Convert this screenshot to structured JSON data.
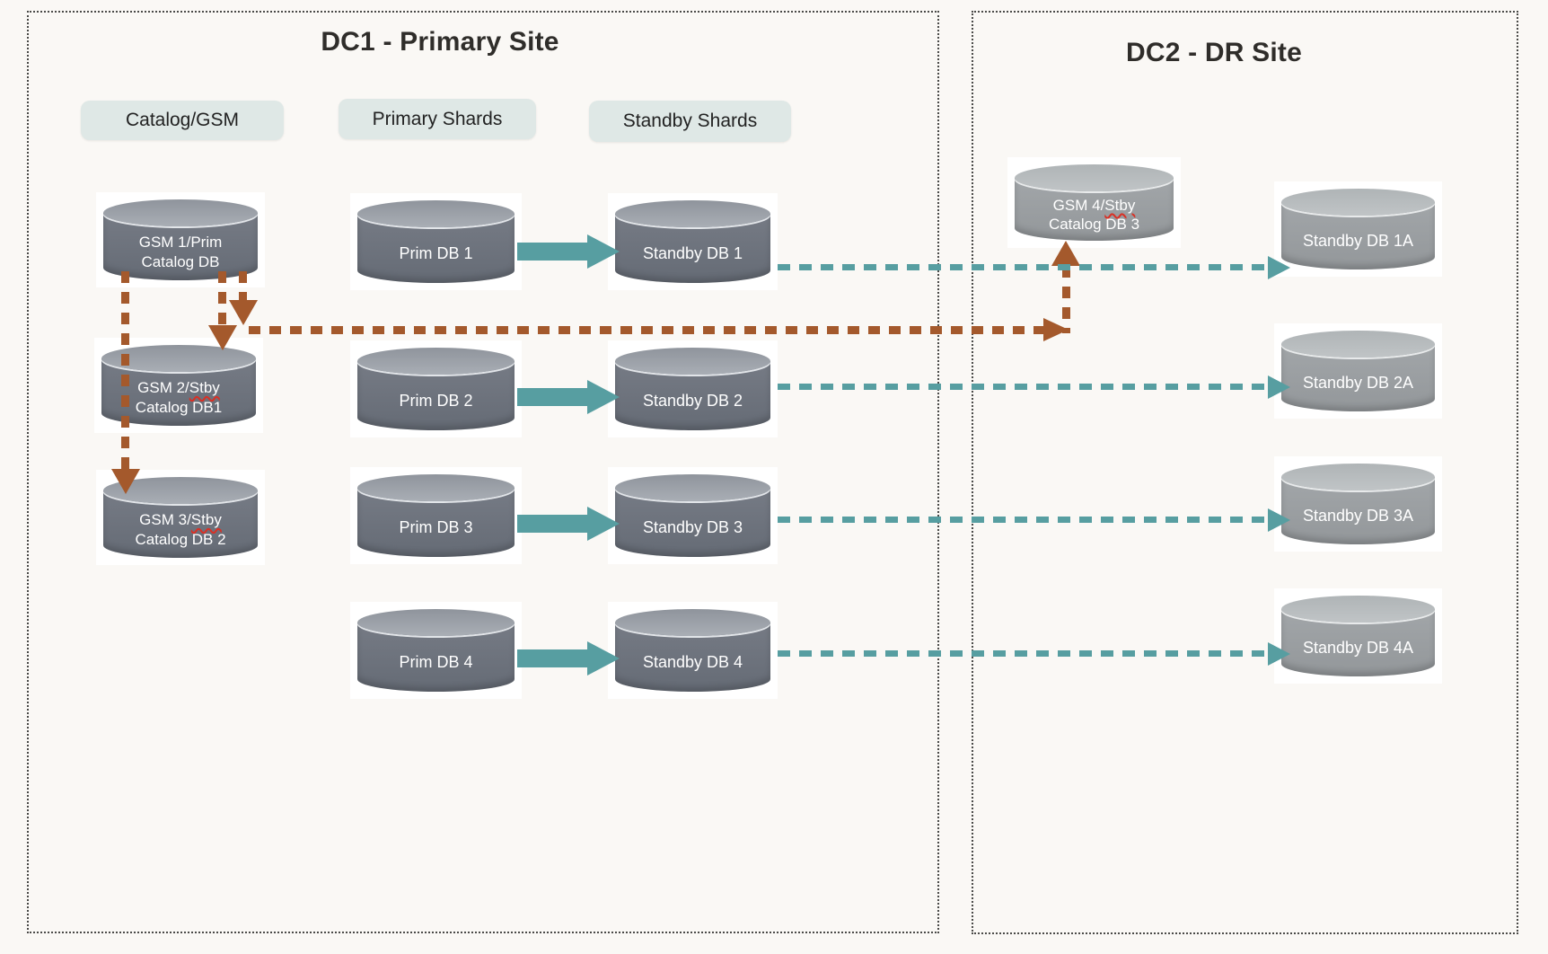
{
  "dc1": {
    "title": "DC1 - Primary Site",
    "columns": {
      "catalog": "Catalog/GSM",
      "primary": "Primary Shards",
      "standby": "Standby Shards"
    },
    "gsm": [
      {
        "l1_pre": "GSM 1/Prim",
        "l1_sq": "",
        "l2": "Catalog DB"
      },
      {
        "l1_pre": "GSM 2/",
        "l1_sq": "Stby",
        "l2": "Catalog DB1"
      },
      {
        "l1_pre": "GSM 3/",
        "l1_sq": "Stby",
        "l2": "Catalog DB 2"
      }
    ],
    "prim_dbs": [
      "Prim DB 1",
      "Prim DB 2",
      "Prim DB 3",
      "Prim DB 4"
    ],
    "standby_dbs": [
      "Standby DB 1",
      "Standby DB 2",
      "Standby DB 3",
      "Standby DB 4"
    ]
  },
  "dc2": {
    "title": "DC2 - DR Site",
    "gsm": {
      "l1_pre": "GSM 4/",
      "l1_sq": "Stby",
      "l2": "Catalog DB 3"
    },
    "standby_dbs": [
      "Standby DB 1A",
      "Standby DB 2A",
      "Standby DB 3A",
      "Standby DB 4A"
    ]
  },
  "connections": [
    {
      "from": "GSM 1/Prim Catalog DB",
      "to": "GSM 2/Stby Catalog DB1",
      "style": "dashed",
      "color": "brown"
    },
    {
      "from": "GSM 1/Prim Catalog DB",
      "to": "GSM 3/Stby Catalog DB 2",
      "style": "dashed",
      "color": "brown"
    },
    {
      "from": "GSM 1/Prim Catalog DB",
      "to": "GSM 4/Stby Catalog DB 3",
      "style": "dashed",
      "color": "brown"
    },
    {
      "from": "Prim DB 1",
      "to": "Standby DB 1",
      "style": "solid",
      "color": "teal"
    },
    {
      "from": "Prim DB 2",
      "to": "Standby DB 2",
      "style": "solid",
      "color": "teal"
    },
    {
      "from": "Prim DB 3",
      "to": "Standby DB 3",
      "style": "solid",
      "color": "teal"
    },
    {
      "from": "Prim DB 4",
      "to": "Standby DB 4",
      "style": "solid",
      "color": "teal"
    },
    {
      "from": "Standby DB 1",
      "to": "Standby DB 1A",
      "style": "dashed",
      "color": "teal"
    },
    {
      "from": "Standby DB 2",
      "to": "Standby DB 2A",
      "style": "dashed",
      "color": "teal"
    },
    {
      "from": "Standby DB 3",
      "to": "Standby DB 3A",
      "style": "dashed",
      "color": "teal"
    },
    {
      "from": "Standby DB 4",
      "to": "Standby DB 4A",
      "style": "dashed",
      "color": "teal"
    }
  ],
  "colors": {
    "teal_arrow": "#579ea1",
    "brown_arrow": "#a4592c",
    "dc1_cylinder": "#6d737d",
    "dc2_cylinder": "#9b9fa2",
    "pill_background": "#dfe8e6",
    "squiggle_red": "#d93025",
    "background": "#faf8f5"
  }
}
